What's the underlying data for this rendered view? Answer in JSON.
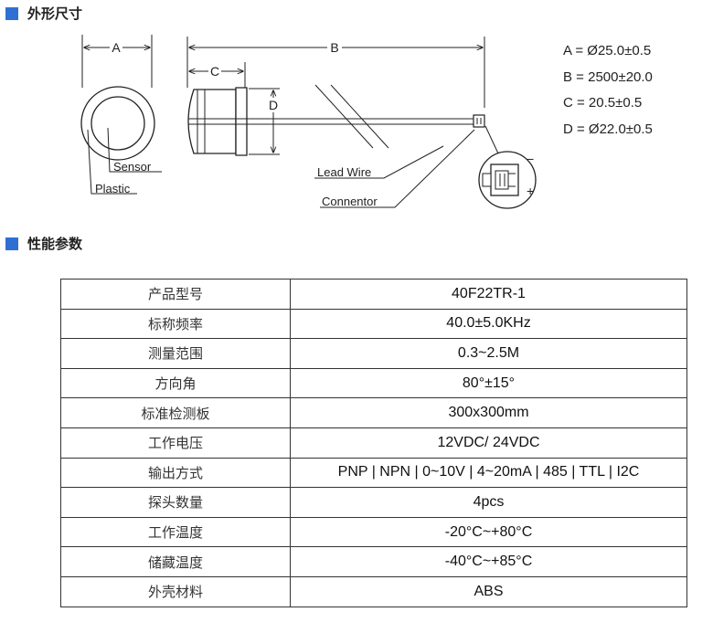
{
  "sections": {
    "outline_title": "外形尺寸",
    "performance_title": "性能参数"
  },
  "drawing": {
    "dim_labels": {
      "a": "A",
      "b": "B",
      "c": "C",
      "d": "D"
    },
    "callouts": {
      "sensor": "Sensor",
      "plastic": "Plastic",
      "lead_wire": "Lead Wire",
      "connector": "Connentor"
    },
    "connector_pins": {
      "minus": "−",
      "plus": "+"
    },
    "dimensions": [
      "A = Ø25.0±0.5",
      "B = 2500±20.0",
      "C = 20.5±0.5",
      "D = Ø22.0±0.5"
    ]
  },
  "colors": {
    "accent": "#2f6fd4"
  },
  "specs": [
    {
      "param": "产品型号",
      "value": "40F22TR-1"
    },
    {
      "param": "标称频率",
      "value": "40.0±5.0KHz"
    },
    {
      "param": "测量范围",
      "value": "0.3~2.5M"
    },
    {
      "param": "方向角",
      "value": "80°±15°"
    },
    {
      "param": "标准检测板",
      "value": "300x300mm"
    },
    {
      "param": "工作电压",
      "value": "12VDC/ 24VDC"
    },
    {
      "param": "输出方式",
      "value": "PNP | NPN | 0~10V | 4~20mA | 485 | TTL | I2C"
    },
    {
      "param": "探头数量",
      "value": "4pcs"
    },
    {
      "param": "工作温度",
      "value": "-20°C~+80°C"
    },
    {
      "param": "储藏温度",
      "value": "-40°C~+85°C"
    },
    {
      "param": "外壳材料",
      "value": "ABS"
    }
  ]
}
